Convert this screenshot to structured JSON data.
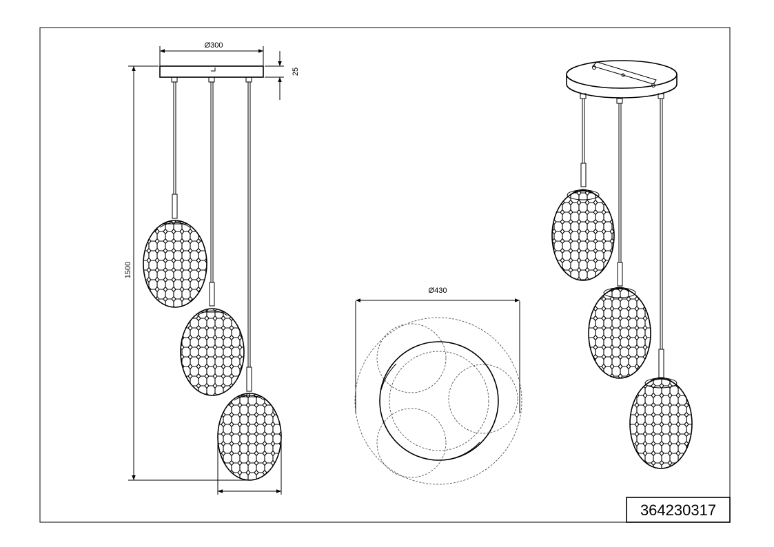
{
  "dimensions": {
    "canopy_diameter": "Ø300",
    "canopy_height": "25",
    "overall_height": "1500",
    "spread_diameter": "Ø430"
  },
  "part_number": "364230317",
  "colors": {
    "line": "#000000",
    "background": "#ffffff",
    "hidden_line": "#555555"
  }
}
